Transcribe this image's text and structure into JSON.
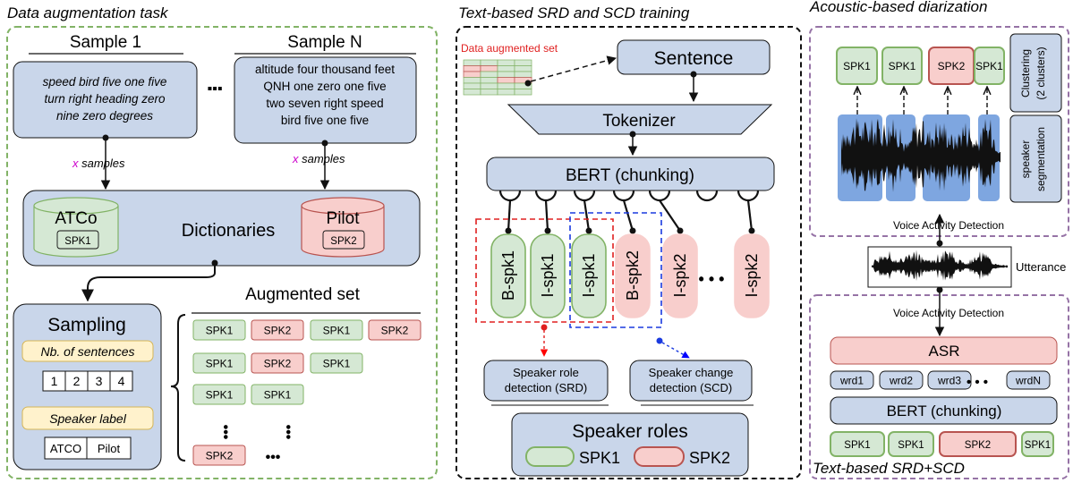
{
  "colors": {
    "blue_box": "#c9d6ea",
    "green_fill": "#d5e8d4",
    "green_stroke": "#82b366",
    "red_fill": "#f8cecc",
    "red_stroke": "#b85450",
    "yellow_fill": "#fff2cc",
    "yellow_stroke": "#d6b656",
    "wave": "#111111",
    "segment_blue": "#7ea6e0",
    "panel_green": "#82b366",
    "panel_purple": "#9673a6",
    "magenta": "#cc00cc",
    "red_arrow": "#ff0000",
    "blue_arrow": "#0000ff"
  },
  "left": {
    "title": "Data augmentation task",
    "sample1_header": "Sample 1",
    "sampleN_header": "Sample N",
    "sample1_lines": [
      "speed bird five one five",
      "turn right heading zero",
      "nine zero degrees"
    ],
    "sampleN_lines": [
      "altitude four thousand feet",
      "QNH one zero one five",
      "two seven right speed",
      "bird five one five"
    ],
    "dots": "▪▪▪",
    "x_mark": "x",
    "samples_word": " samples",
    "atco_label": "ATCo",
    "atco_spk": "SPK1",
    "dictionaries_label": "Dictionaries",
    "pilot_label": "Pilot",
    "pilot_spk": "SPK2",
    "sampling_title": "Sampling",
    "nb_sentences_label": "Nb. of sentences",
    "nb_values": [
      "1",
      "2",
      "3",
      "4"
    ],
    "speaker_label_title": "Speaker label",
    "speaker_options": [
      "ATCO",
      "Pilot"
    ],
    "augmented_title": "Augmented set",
    "aug_rows": [
      [
        "SPK1",
        "SPK2",
        "SPK1",
        "SPK2"
      ],
      [
        "SPK1",
        "SPK2",
        "SPK1"
      ],
      [
        "SPK1",
        "SPK1"
      ],
      [
        "SPK2"
      ]
    ],
    "aug_dots": "•••"
  },
  "middle": {
    "title": "Text-based SRD and SCD training",
    "data_aug_set": "Data augmented set",
    "sentence": "Sentence",
    "tokenizer": "Tokenizer",
    "bert": "BERT (chunking)",
    "tags": [
      "B-spk1",
      "I-spk1",
      "I-spk1",
      "B-spk2",
      "I-spk2",
      "I-spk2"
    ],
    "tag_dots": "• • •",
    "srd_lines": [
      "Speaker role",
      "detection (SRD)"
    ],
    "scd_lines": [
      "Speaker change",
      "detection (SCD)"
    ],
    "roles_title": "Speaker roles",
    "roles": [
      "SPK1",
      "SPK2"
    ]
  },
  "right": {
    "title": "Acoustic-based diarization",
    "cluster_labels": [
      "SPK1",
      "SPK1",
      "SPK2",
      "SPK1"
    ],
    "clustering_lines": [
      "Clustering",
      "(2 clusters)"
    ],
    "segmentation_lines": [
      "speaker",
      "segmentation"
    ],
    "vad_top": "Voice Activity Detection",
    "utterance": "Utterance",
    "vad_bottom": "Voice Activity Detection",
    "asr": "ASR",
    "words": [
      "wrd1",
      "wrd2",
      "wrd3",
      "wrdN"
    ],
    "word_dots": "• • •",
    "bert": "BERT (chunking)",
    "bottom_labels": [
      "SPK1",
      "SPK1",
      "SPK2",
      "SPK1"
    ],
    "footer": "Text-based SRD+SCD"
  }
}
